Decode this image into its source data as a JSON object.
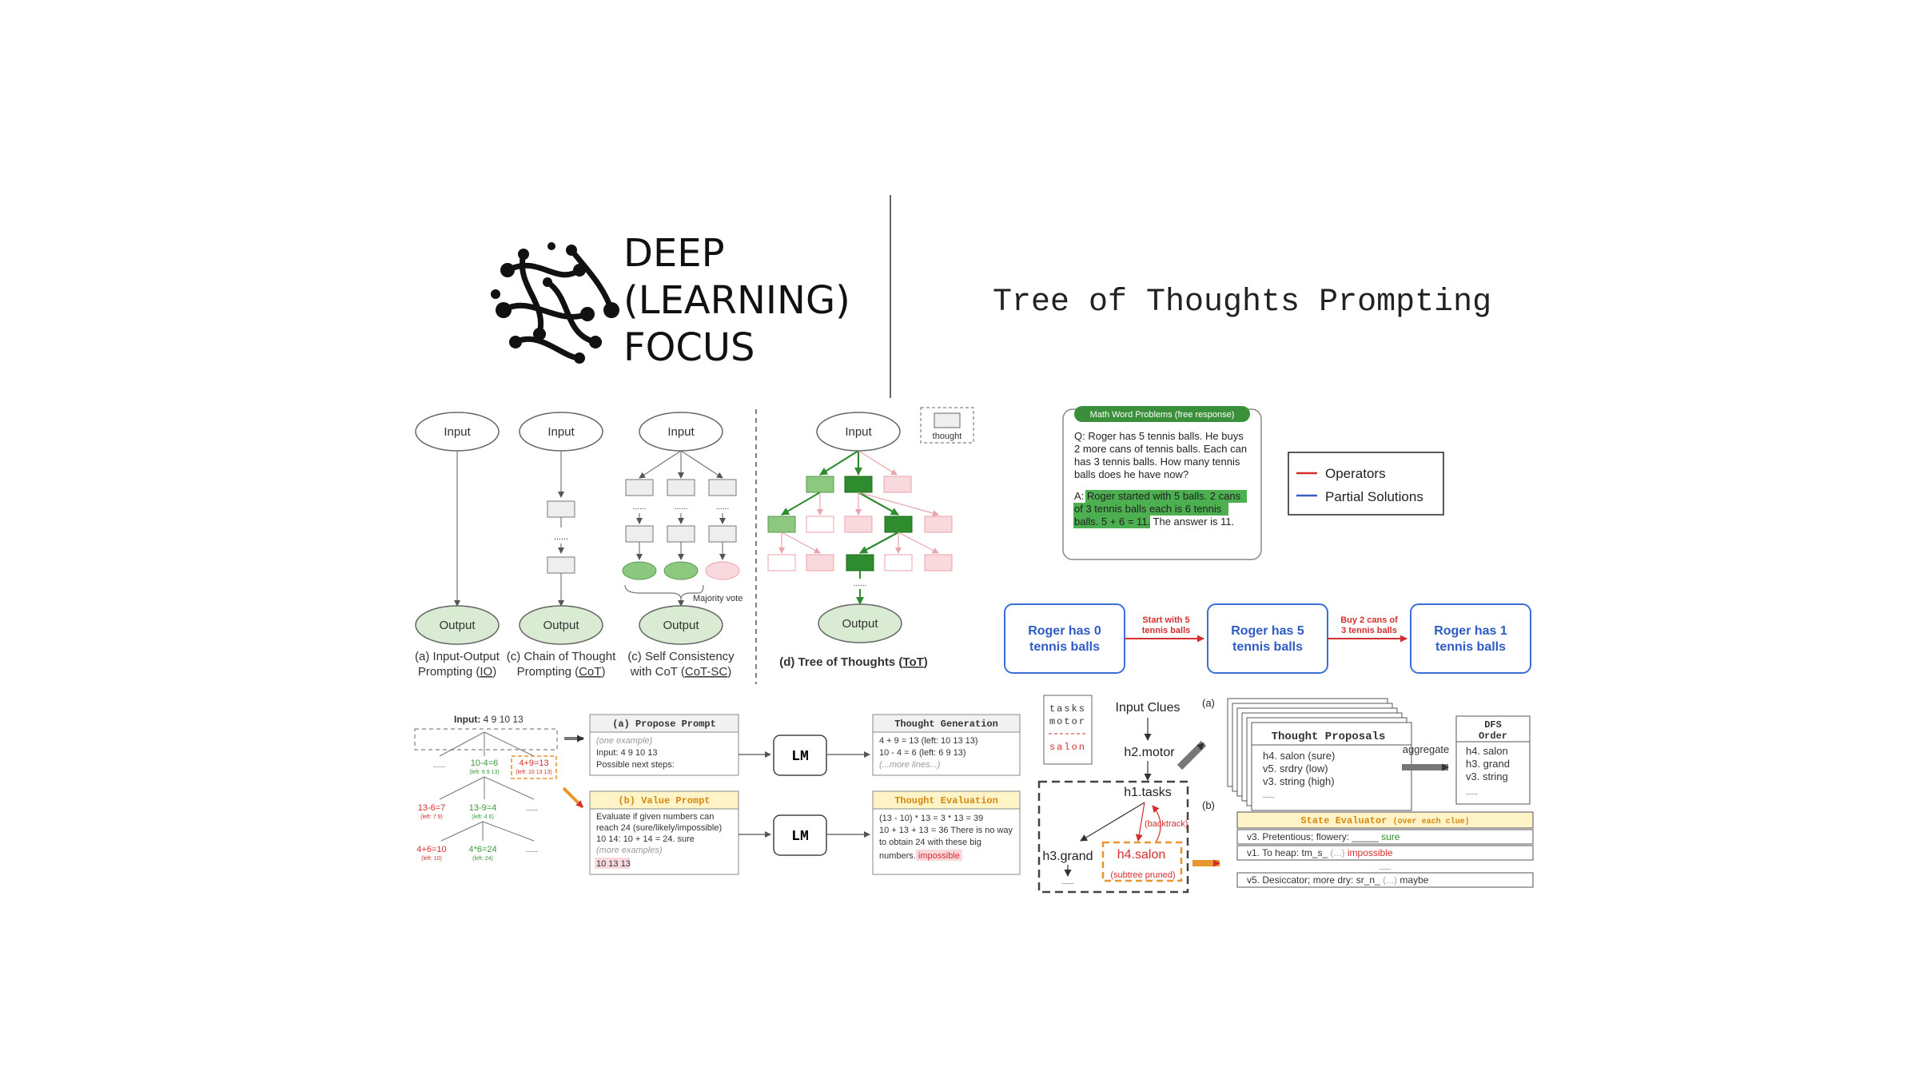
{
  "header": {
    "brand_lines": [
      "DEEP",
      "(LEARNING)",
      "FOCUS"
    ],
    "title": "Tree of Thoughts Prompting"
  },
  "schematic": {
    "input": "Input",
    "output": "Output",
    "thought": "thought",
    "dots": "......",
    "majority_vote": "Majority vote",
    "caption_a": [
      "(a) Input-Output",
      "Prompting (",
      "IO",
      ")"
    ],
    "caption_b": [
      "(c) Chain of Thought",
      "Prompting (",
      "CoT",
      ")"
    ],
    "caption_c": [
      "(c) Self Consistency",
      "with CoT (",
      "CoT-SC",
      ")"
    ],
    "caption_d": [
      "(d) Tree of Thoughts (",
      "ToT",
      ")"
    ]
  },
  "math_problem": {
    "tag": "Math Word Problems (free response)",
    "q_lines": [
      "Q: Roger has 5 tennis balls. He buys",
      "2 more cans of tennis balls. Each can",
      "has 3 tennis balls. How many tennis",
      "balls does he have now?"
    ],
    "a_highlight_lines": [
      "A: ",
      "Roger started with 5 balls. 2 cans",
      "of 3 tennis balls each is 6 tennis",
      "balls. 5 + 6 = 11."
    ],
    "a_rest": " The answer is 11."
  },
  "legend": {
    "items": [
      {
        "label": "Operators",
        "color": "#d32f2f"
      },
      {
        "label": "Partial Solutions",
        "color": "#3b5fc0"
      }
    ]
  },
  "chain": {
    "states": [
      [
        "Roger has 0",
        "tennis balls"
      ],
      [
        "Roger has 5",
        "tennis balls"
      ],
      [
        "Roger has 1",
        "tennis balls"
      ]
    ],
    "ops": [
      [
        "Start with 5",
        "tennis balls"
      ],
      [
        "Buy 2 cans of",
        "3 tennis balls"
      ]
    ]
  },
  "game24": {
    "input_label": "Input:",
    "input_value": "4 9 10 13",
    "nodes": {
      "n1": "10-4=6",
      "n1s": "(left: 6 9 13)",
      "n2": "4+9=13",
      "n2s": "(left: 10 13 13)",
      "n3": "13-6=7",
      "n3s": "(left: 7 9)",
      "n4": "13-9=4",
      "n4s": "(left: 4 6)",
      "n5": "4+6=10",
      "n5s": "(left: 10)",
      "n6": "4*6=24",
      "n6s": "(left: 24)",
      "dots": "......"
    },
    "propose": {
      "title": "(a) Propose Prompt",
      "lines": [
        "(one example)",
        "Input: 4 9 10 13",
        "Possible next steps:"
      ]
    },
    "value": {
      "title": "(b) Value Prompt",
      "lines": [
        "Evaluate if given numbers can",
        "reach 24 (sure/likely/impossible)",
        "10 14: 10 + 14 = 24. sure",
        "(more examples)",
        "10 13 13"
      ]
    },
    "lm": "LM",
    "gen": {
      "title": "Thought Generation",
      "lines": [
        "4 + 9 = 13 (left: 10 13 13)",
        "10 - 4 = 6 (left: 6 9 13)",
        "(...more lines...)"
      ]
    },
    "eval": {
      "title": "Thought Evaluation",
      "lines": [
        "(13 - 10) * 13 = 3 * 13 = 39",
        "10 + 13 + 13 = 36 There is no way",
        "to obtain 24 with these big",
        "numbers. "
      ],
      "impossible": "impossible"
    }
  },
  "crossword": {
    "grid": [
      "tasks",
      "motor",
      "salon"
    ],
    "input_clues": "Input Clues",
    "h2": "h2.motor",
    "h1": "h1.tasks",
    "h3": "h3.grand",
    "h4": "h4.salon",
    "backtrack": "(backtrack)",
    "pruned": "(subtree pruned)",
    "label_a": "(a)",
    "label_b": "(b)",
    "proposals_title": "Thought Proposals",
    "proposals": [
      "h4. salon (sure)",
      "v5. srdry (low)",
      "v3. string (high)",
      "......"
    ],
    "aggregate": "aggregate",
    "dfs_title": [
      "DFS",
      "Order"
    ],
    "dfs_items": [
      "h4. salon",
      "h3. grand",
      "v3. string",
      "......"
    ],
    "state_eval_title": "State Evaluator",
    "state_eval_sub": "(over each clue)",
    "eval_rows": [
      {
        "pre": "v3. Pretentious; flowery: _____ ",
        "tag": "sure"
      },
      {
        "pre": "v1. To heap: tm_s_ ",
        "mid": "(...)",
        "tag": "impossible"
      },
      {
        "pre": "v5. Desiccator; more dry: sr_n_ ",
        "mid": "(...)",
        "tag": "maybe"
      }
    ],
    "eval_dots": "......"
  },
  "colors": {
    "green_dark": "#2e8b2e",
    "green_mid": "#8cc97f",
    "green_light": "#c9e6c0",
    "pink_fill": "#f9d9dd",
    "pink_stroke": "#e8a3ab",
    "red": "#d32f2f",
    "blue": "#3b6fd6",
    "orange": "#e8962e",
    "yellow_fill": "#fff3c8"
  }
}
